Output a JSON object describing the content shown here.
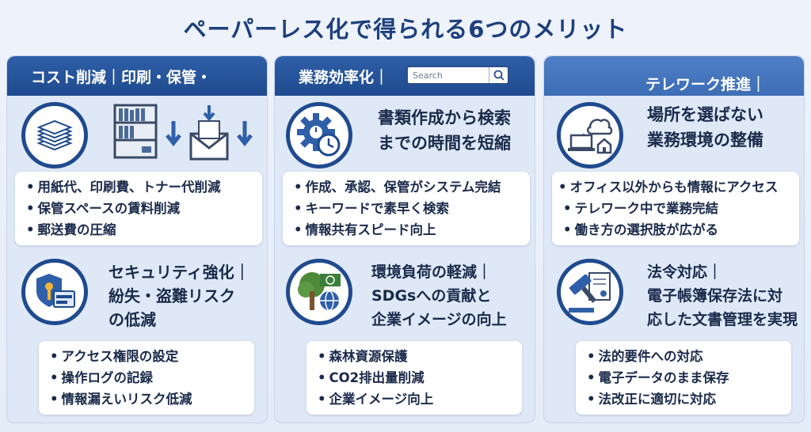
{
  "title": "ペーパーレス化で得られる6つのメリット",
  "columns": [
    {
      "header": "コスト削減｜印刷・保管・",
      "top": {
        "icon": "paper-stack-icon",
        "items": [
          "用紙代、印刷費、トナー代削減",
          "保管スペースの賃料削減",
          "郵送費の圧縮"
        ]
      },
      "bottom": {
        "icon": "shield-key-icon",
        "heading": [
          "セキュリティ強化｜",
          "紛失・盗難リスク",
          "の低減"
        ],
        "items": [
          "アクセス権限の設定",
          "操作ログの記録",
          "情報漏えいリスク低減"
        ]
      }
    },
    {
      "header": "業務効率化｜",
      "search_placeholder": "Search",
      "top": {
        "icon": "gear-clock-icon",
        "heading": [
          "書類作成から検索",
          "までの時間を短縮"
        ],
        "items": [
          "作成、承認、保管がシステム完結",
          "キーワードで素早く検索",
          "情報共有スピード向上"
        ]
      },
      "bottom": {
        "icon": "tree-globe-icon",
        "heading": [
          "環境負荷の軽減｜",
          "SDGsへの貢献と",
          "企業イメージの向上"
        ],
        "items": [
          "森林資源保護",
          "CO2排出量削減",
          "企業イメージ向上"
        ]
      }
    },
    {
      "header": "テレワーク推進｜",
      "top": {
        "icon": "cloud-laptop-icon",
        "heading": [
          "場所を選ばない",
          "業務環境の整備"
        ],
        "items": [
          "オフィス以外からも情報にアクセス",
          "テレワーク中で業務完結",
          "働き方の選択肢が広がる"
        ]
      },
      "bottom": {
        "icon": "gavel-document-icon",
        "heading": [
          "法令対応｜",
          "電子帳簿保存法に対",
          "応した文書管理を実現"
        ],
        "items": [
          "法的要件への対応",
          "電子データのまま保存",
          "法改正に適切に対応"
        ]
      }
    }
  ]
}
